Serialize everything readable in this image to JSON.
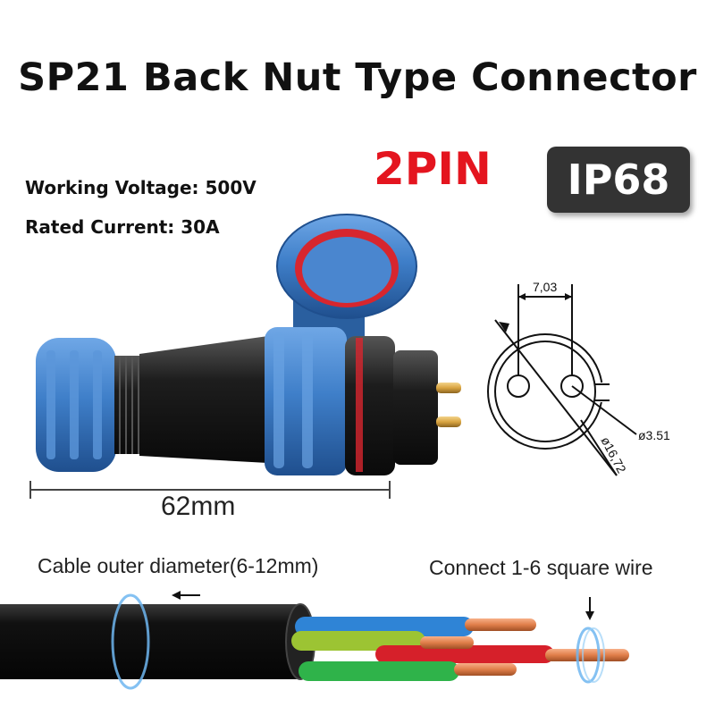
{
  "title": "SP21 Back Nut Type Connector",
  "pin_count": "2PIN",
  "ip_rating": "IP68",
  "specs": {
    "voltage": "Working Voltage: 500V",
    "current": "Rated Current: 30A"
  },
  "length_dimension": "62mm",
  "drawing": {
    "pin_spacing": "7,03",
    "pin_hole_diameter": "ø3.51",
    "outer_diameter": "ø16,72"
  },
  "cable": {
    "outer_diameter_label": "Cable outer diameter(6-12mm)",
    "wire_label": "Connect 1-6 square wire"
  },
  "colors": {
    "connector_blue": "#3f7fc9",
    "connector_black": "#1d1d1d",
    "seal_red": "#d7262e",
    "pin_gold": "#d9a441",
    "pin_text_red": "#e4151f",
    "badge_dark": "#333333",
    "wire_blue": "#2f84d6",
    "wire_yellow_green": "#9cc433",
    "wire_red": "#d6202a",
    "wire_green": "#2fb34a",
    "copper": "#e07e4a"
  }
}
